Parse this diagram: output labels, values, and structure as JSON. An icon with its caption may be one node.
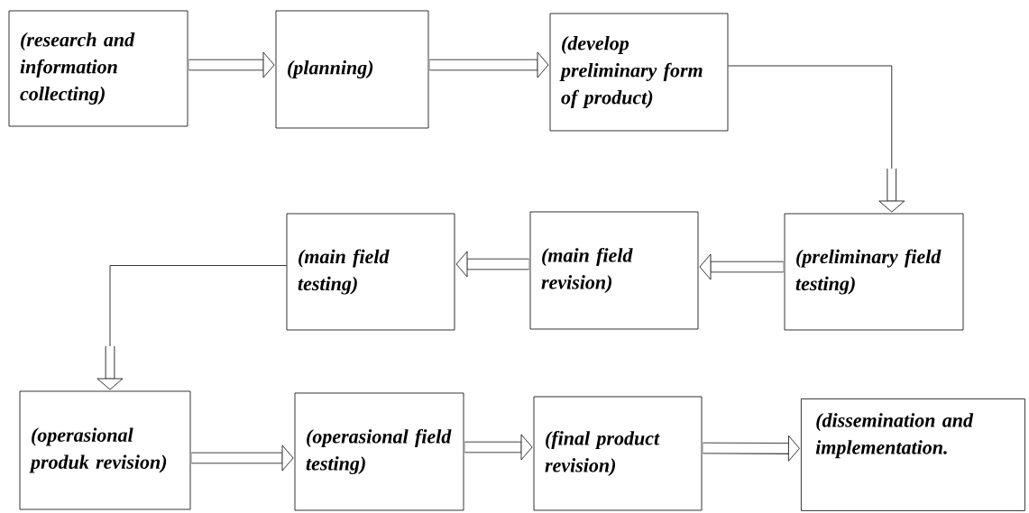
{
  "diagram": {
    "nodes": [
      {
        "text": [
          "(research and information collecting)"
        ]
      },
      {
        "text": [
          "(planning)"
        ]
      },
      {
        "text": [
          "(develop preliminary form of product)"
        ]
      },
      {
        "text": [
          "(main field testing)"
        ]
      },
      {
        "text": [
          "(main field revision)"
        ]
      },
      {
        "text": [
          "(preliminary field testing)"
        ]
      },
      {
        "text": [
          "(operasional produk revision)"
        ]
      },
      {
        "text": [
          "(operasional field testing)"
        ]
      },
      {
        "text": [
          "(final product revision)"
        ]
      },
      {
        "text": [
          "(dissemination and implementation."
        ]
      }
    ],
    "edges": [
      {
        "from": 0,
        "to": 1,
        "arrow": "to"
      },
      {
        "from": 1,
        "to": 2,
        "arrow": "to"
      },
      {
        "from": 2,
        "to": 5,
        "arrow": "to"
      },
      {
        "from": 5,
        "to": 4,
        "arrow": "to"
      },
      {
        "from": 4,
        "to": 3,
        "arrow": "to"
      },
      {
        "from": 3,
        "to": 6,
        "arrow": "to"
      },
      {
        "from": 6,
        "to": 7,
        "arrow": "to"
      },
      {
        "from": 7,
        "to": 8,
        "arrow": "to"
      },
      {
        "from": 8,
        "to": 9,
        "arrow": "to"
      }
    ]
  }
}
